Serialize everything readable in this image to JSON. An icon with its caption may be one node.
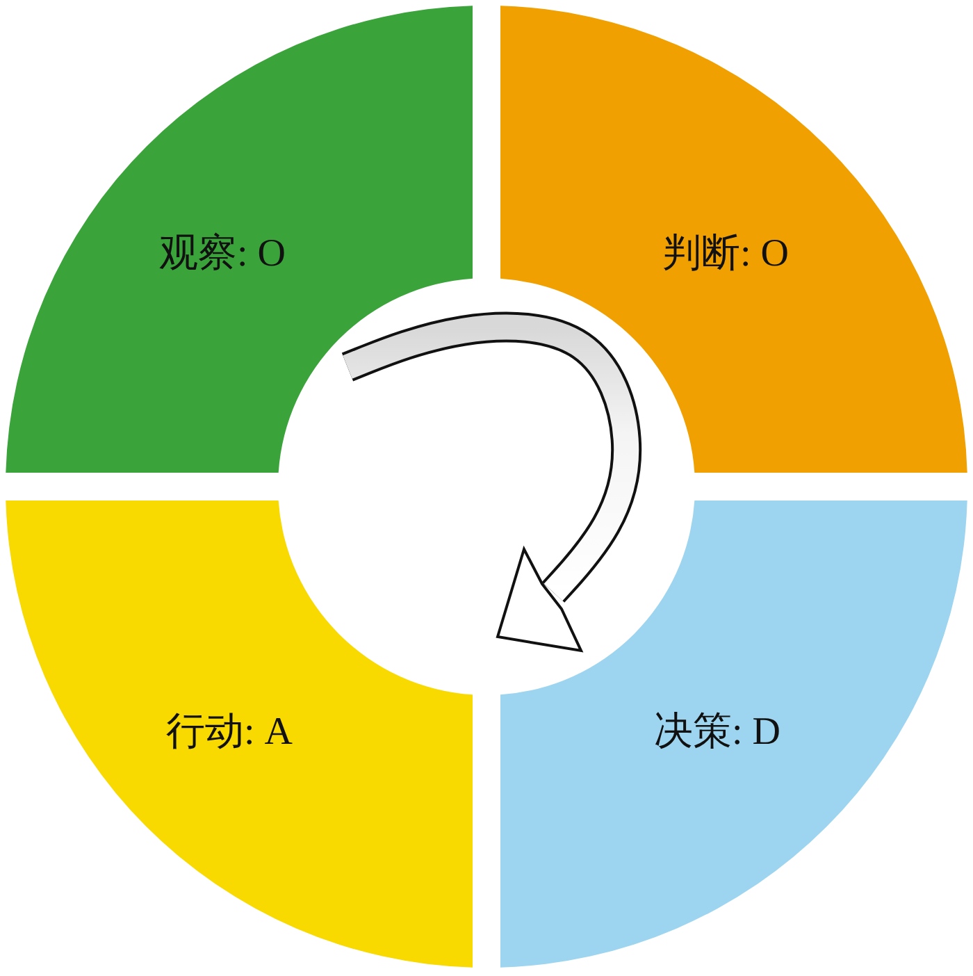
{
  "diagram": {
    "nodes": [
      {
        "text": [
          "观察: O"
        ]
      },
      {
        "text": [
          "判断: O"
        ]
      },
      {
        "text": [
          "行动: A"
        ]
      },
      {
        "text": [
          "决策: D"
        ]
      }
    ]
  }
}
